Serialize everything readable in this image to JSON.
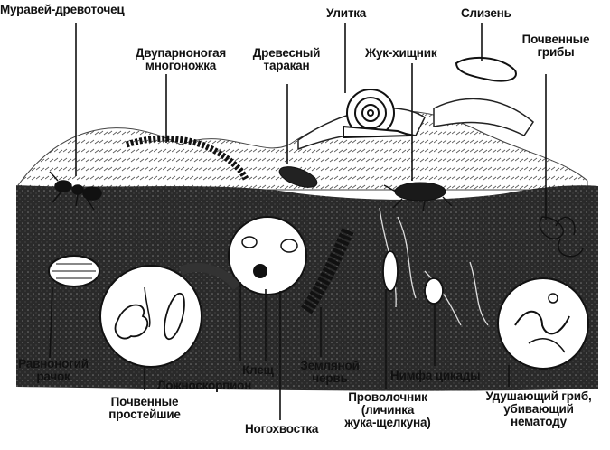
{
  "labels": {
    "ant": "Муравей-древоточец",
    "millipede": "Двупарноногая\nмногоножка",
    "cockroach": "Древесный\nтаракан",
    "snail": "Улитка",
    "beetle": "Жук-хищник",
    "slug": "Слизень",
    "fungi": "Почвенные\nгрибы",
    "isopod": "Равноногий\nрачок",
    "protozoa": "Почвенные\nпростейшие",
    "pseudoscorpion": "Ложноскорпион",
    "mite": "Клещ",
    "springtail": "Ногохвостка",
    "earthworm": "Земляной\nчервь",
    "wireworm": "Проволочник\n(личинка\nжука-щелкуна)",
    "cicada": "Нимфа цикады",
    "nematode_fungus": "Удушающий гриб,\nубивающий\nнематоду"
  },
  "colors": {
    "ink": "#111111",
    "soil": "#2b2b2b",
    "paper": "#ffffff"
  }
}
